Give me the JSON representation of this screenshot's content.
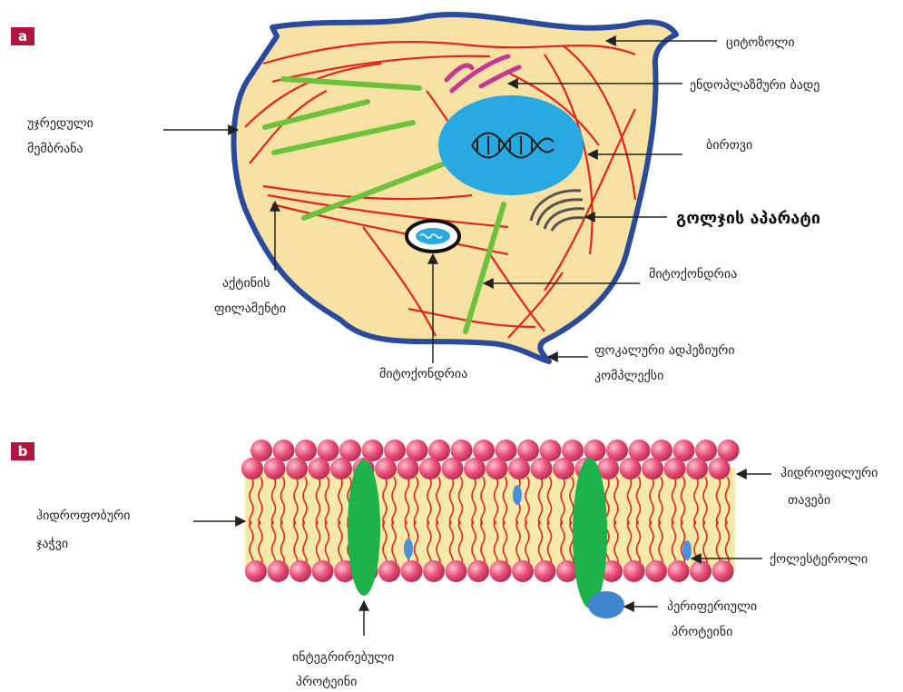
{
  "panels": {
    "a": {
      "letter": "a",
      "labels": {
        "cytosol": "ციტოზოლი",
        "er": "ენდოპლაზმური ბადე",
        "cell_membrane_1": "უჯრედული",
        "cell_membrane_2": "მემბრანა",
        "nucleus": "ბირთვი",
        "golgi": "გოლჯის აპარატი",
        "actin_1": "აქტინის",
        "actin_2": "ფილამენტი",
        "microtubule": "მიტოქონდრია",
        "focal_1": "ფოკალური ადჰეზიური",
        "focal_2": "კომპლექსი",
        "mitochondrion": "მიტოქონდრია"
      }
    },
    "b": {
      "letter": "b",
      "labels": {
        "hydrophobic_1": "ჰიდროფობური",
        "hydrophobic_2": "ჯაჭვი",
        "hydrophilic_1": "ჰიდროფილური",
        "hydrophilic_2": "თავები",
        "cholesterol": "ქოლესტეროლი",
        "peripheral_1": "პერიფერიული",
        "peripheral_2": "პროტეინი",
        "integral_1": "ინტეგრირებული",
        "integral_2": "პროტეინი"
      }
    }
  },
  "colors": {
    "panel_badge": "#b0163d",
    "cell_fill": "#f7e2a4",
    "cell_outline": "#2a4b9b",
    "actin_red": "#e0261c",
    "microtubule_green": "#6cc23c",
    "nucleus_blue": "#29a9e1",
    "er_magenta": "#c23a92",
    "head_red": "#e84a6e",
    "tail_fill": "#f6eaa8",
    "protein_green": "#1db34a",
    "cholesterol_blue": "#4a90d9",
    "peripheral_blue": "#3f86cf"
  }
}
